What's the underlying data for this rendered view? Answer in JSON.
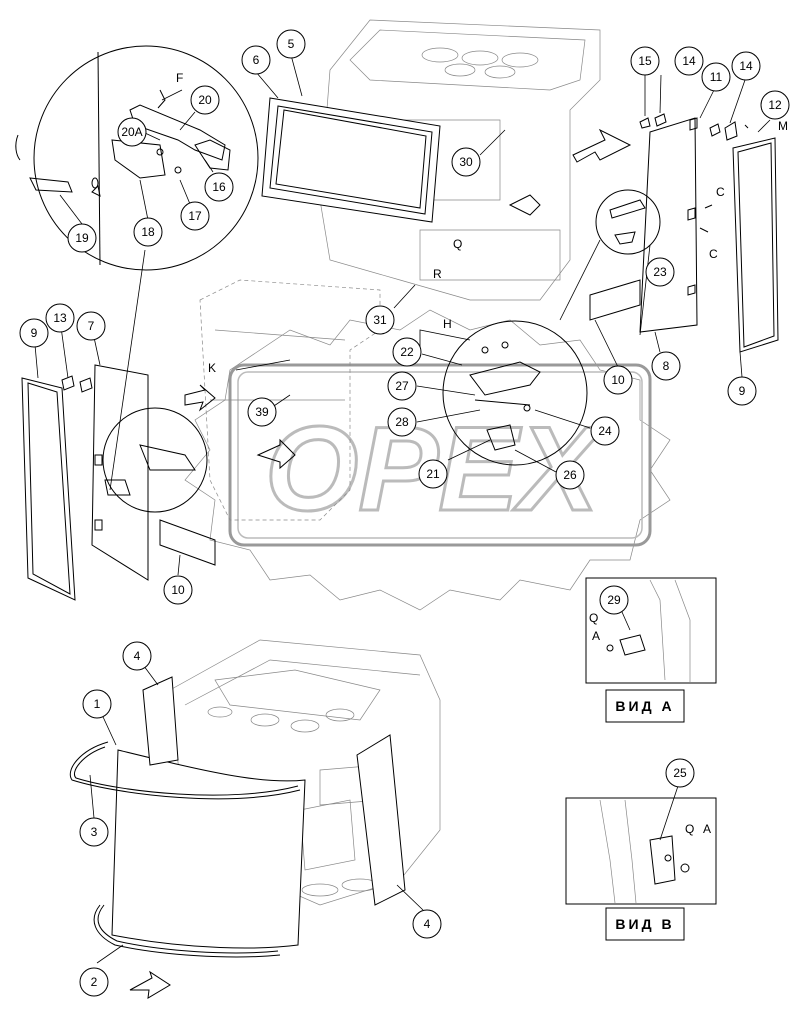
{
  "diagram": {
    "callouts": [
      {
        "id": "c5",
        "label": "5"
      },
      {
        "id": "c6",
        "label": "6"
      },
      {
        "id": "c20",
        "label": "20"
      },
      {
        "id": "c20a",
        "label": "20A"
      },
      {
        "id": "c16",
        "label": "16"
      },
      {
        "id": "c17",
        "label": "17"
      },
      {
        "id": "c18",
        "label": "18"
      },
      {
        "id": "c19",
        "label": "19"
      },
      {
        "id": "c30",
        "label": "30"
      },
      {
        "id": "c15",
        "label": "15"
      },
      {
        "id": "c14a",
        "label": "14"
      },
      {
        "id": "c11",
        "label": "11"
      },
      {
        "id": "c14b",
        "label": "14"
      },
      {
        "id": "c12",
        "label": "12"
      },
      {
        "id": "c23",
        "label": "23"
      },
      {
        "id": "c8",
        "label": "8"
      },
      {
        "id": "c9r",
        "label": "9"
      },
      {
        "id": "c10r",
        "label": "10"
      },
      {
        "id": "c31",
        "label": "31"
      },
      {
        "id": "c22",
        "label": "22"
      },
      {
        "id": "c27",
        "label": "27"
      },
      {
        "id": "c28",
        "label": "28"
      },
      {
        "id": "c24",
        "label": "24"
      },
      {
        "id": "c21",
        "label": "21"
      },
      {
        "id": "c26",
        "label": "26"
      },
      {
        "id": "c39",
        "label": "39"
      },
      {
        "id": "c13",
        "label": "13"
      },
      {
        "id": "c7",
        "label": "7"
      },
      {
        "id": "c9l",
        "label": "9"
      },
      {
        "id": "c10l",
        "label": "10"
      },
      {
        "id": "c29",
        "label": "29"
      },
      {
        "id": "c25",
        "label": "25"
      },
      {
        "id": "c4a",
        "label": "4"
      },
      {
        "id": "c1",
        "label": "1"
      },
      {
        "id": "c3",
        "label": "3"
      },
      {
        "id": "c4b",
        "label": "4"
      },
      {
        "id": "c2",
        "label": "2"
      }
    ],
    "letters": [
      {
        "id": "lF",
        "label": "F"
      },
      {
        "id": "lR",
        "label": "R"
      },
      {
        "id": "lQ",
        "label": "Q"
      },
      {
        "id": "lH",
        "label": "H"
      },
      {
        "id": "lK",
        "label": "K"
      },
      {
        "id": "lM",
        "label": "M"
      },
      {
        "id": "lC1",
        "label": "C"
      },
      {
        "id": "lC2",
        "label": "C"
      },
      {
        "id": "lQa",
        "label": "Q"
      },
      {
        "id": "lAa",
        "label": "A"
      },
      {
        "id": "lQb",
        "label": "Q"
      },
      {
        "id": "lAb",
        "label": "A"
      }
    ],
    "views": {
      "view_a": "ВИД  А",
      "view_b": "ВИД  В"
    },
    "watermark": "OPEX"
  }
}
